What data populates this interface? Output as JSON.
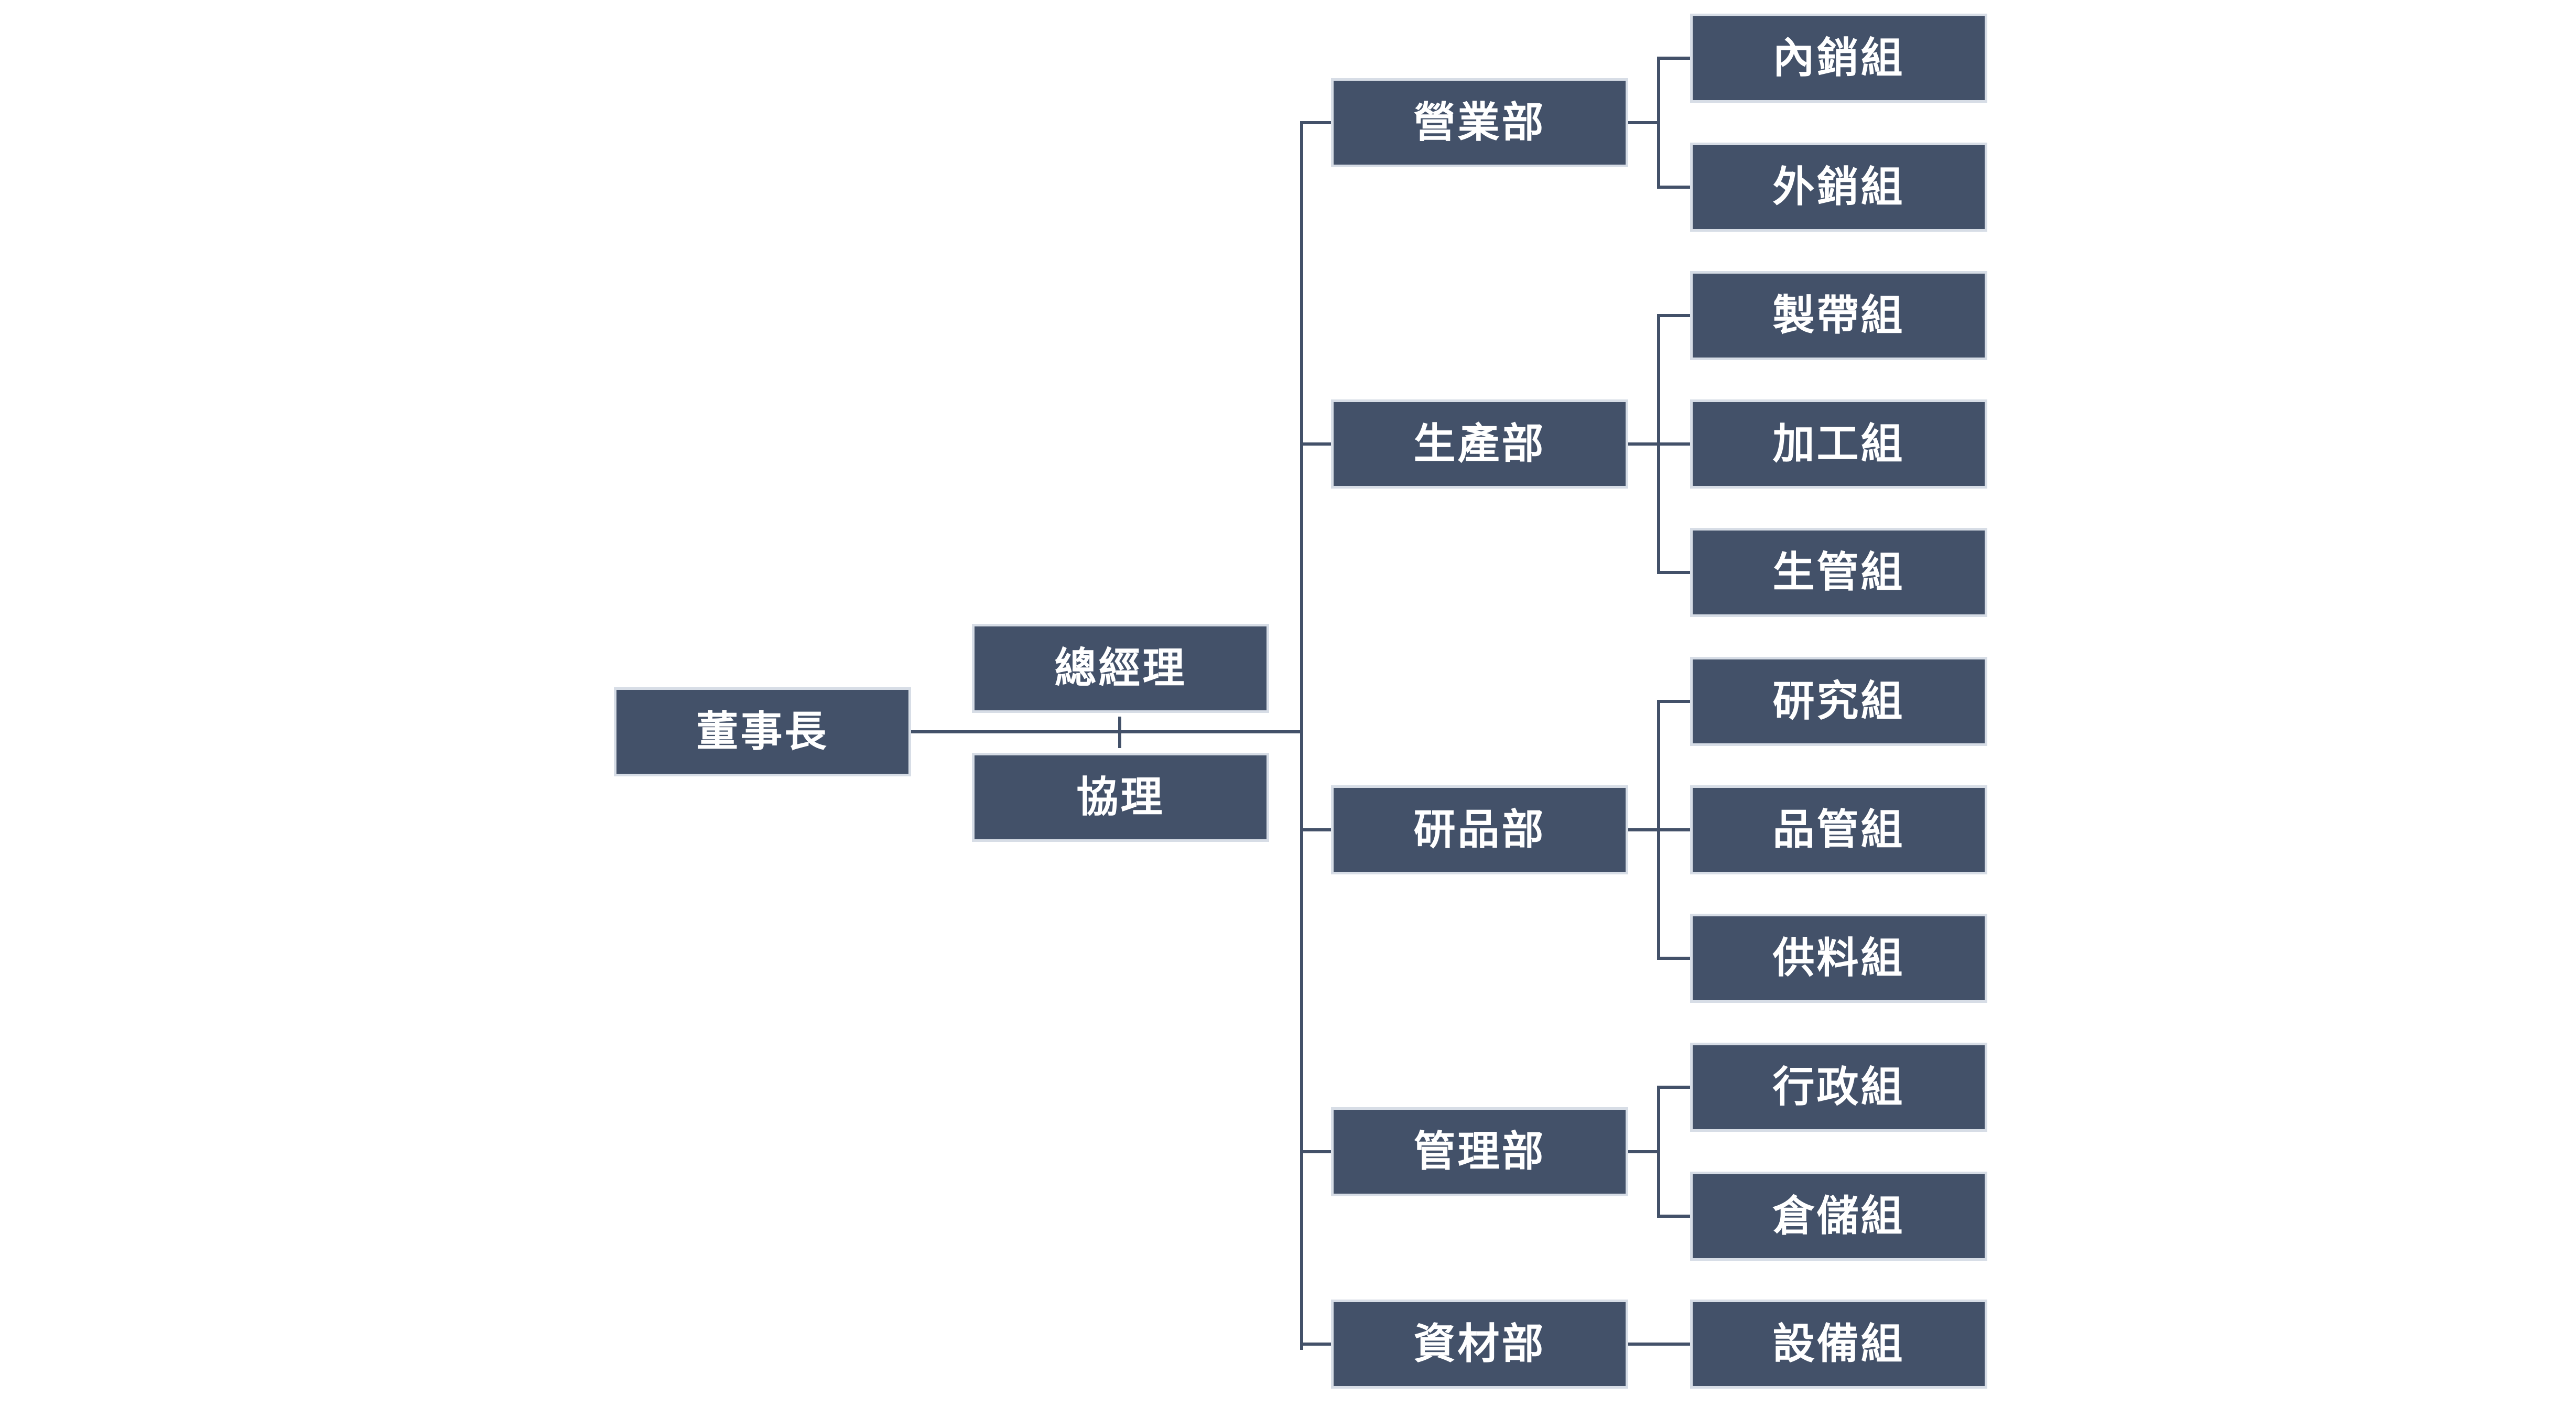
{
  "colors": {
    "node_fill": "#435169",
    "node_border": "#d7dde6",
    "connector": "#435169",
    "text": "#ffffff",
    "background": "#ffffff"
  },
  "org_chart": {
    "root": {
      "label": "董事長"
    },
    "executives": {
      "general_manager": "總經理",
      "associate_manager": "協理"
    },
    "departments": [
      {
        "label": "營業部",
        "groups": [
          "內銷組",
          "外銷組"
        ]
      },
      {
        "label": "生產部",
        "groups": [
          "製帶組",
          "加工組",
          "生管組"
        ]
      },
      {
        "label": "研品部",
        "groups": [
          "研究組",
          "品管組",
          "供料組"
        ]
      },
      {
        "label": "管理部",
        "groups": [
          "行政組",
          "倉儲組"
        ]
      },
      {
        "label": "資材部",
        "groups": [
          "設備組"
        ]
      }
    ]
  }
}
